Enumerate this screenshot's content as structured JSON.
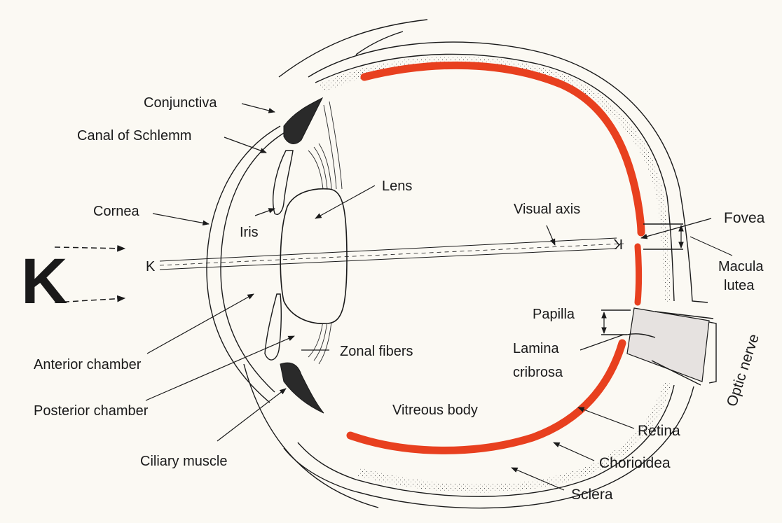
{
  "diagram": {
    "letter": "K",
    "small_letter_left": "K",
    "small_letter_right": "K",
    "labels": {
      "conjunctiva": "Conjunctiva",
      "canal_of_schlemm": "Canal of Schlemm",
      "cornea": "Cornea",
      "iris": "Iris",
      "lens": "Lens",
      "anterior_chamber": "Anterior chamber",
      "posterior_chamber": "Posterior chamber",
      "ciliary_muscle": "Ciliary muscle",
      "zonal_fibers": "Zonal fibers",
      "vitreous_body": "Vitreous body",
      "visual_axis": "Visual axis",
      "fovea": "Fovea",
      "macula_line1": "Macula",
      "macula_line2": "lutea",
      "papilla": "Papilla",
      "lamina_line1": "Lamina",
      "lamina_line2": "cribrosa",
      "optic_nerve": "Optic nerve",
      "retina": "Retina",
      "chorioidea": "Chorioidea",
      "sclera": "Sclera"
    },
    "colors": {
      "background": "#fbf9f3",
      "retina": "#e8401f",
      "ink": "#1a1a1a",
      "nerve": "#e6e2e0"
    }
  }
}
